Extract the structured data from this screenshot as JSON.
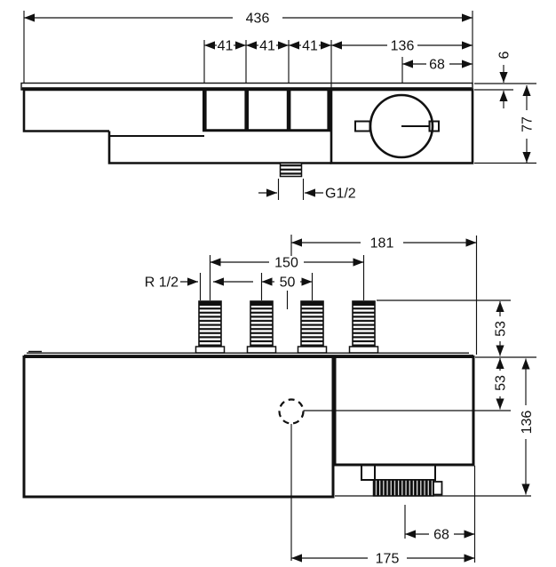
{
  "drawing": {
    "kind": "dimensioned technical drawing, shower thermostat with shelf, two orthographic views",
    "colors": {
      "line": "#111111",
      "background": "#ffffff"
    }
  },
  "front": {
    "overall_width": "436",
    "spacings": [
      "41",
      "41",
      "41"
    ],
    "dial_span": "136",
    "dial_to_edge": "68",
    "shelf_thickness": "6",
    "body_height": "77",
    "outlet_thread": "G1/2"
  },
  "plan": {
    "center_to_right": "181",
    "stud_span": "150",
    "stud_pitch": "50",
    "inlet_thread": "R 1/2",
    "stud_height": "53",
    "top_to_center": "53",
    "depth": "136",
    "knob_to_edge": "68",
    "center_to_right_edge": "175"
  }
}
